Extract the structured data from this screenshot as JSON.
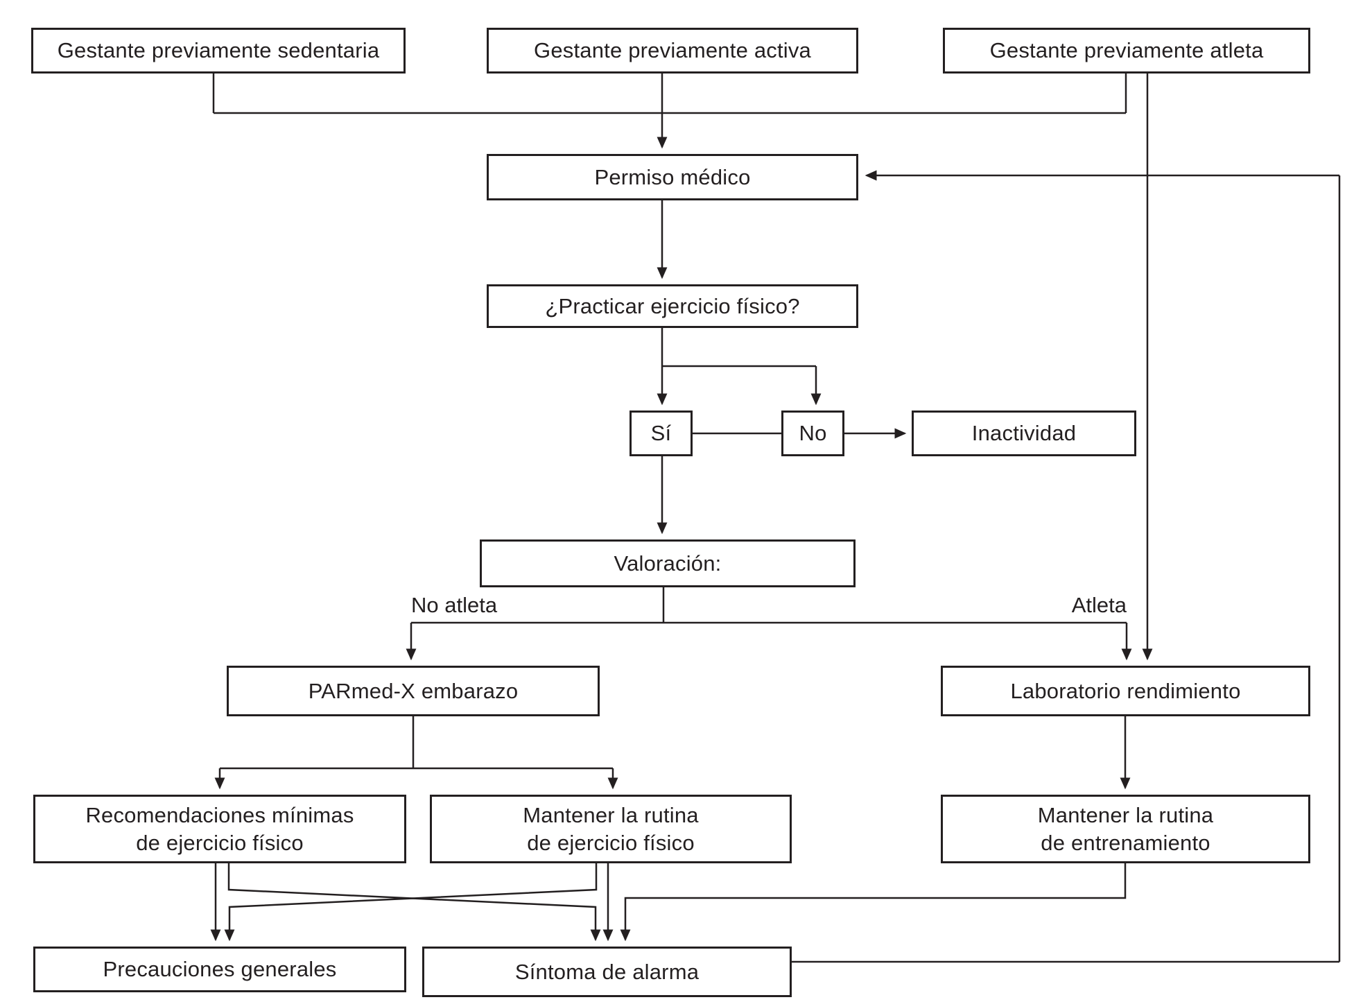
{
  "colors": {
    "ink": "#231f20",
    "background": "#ffffff"
  },
  "diagram": {
    "type": "flowchart",
    "language": "es",
    "nodes": {
      "sedentaria": {
        "label": "Gestante previamente sedentaria"
      },
      "activa": {
        "label": "Gestante previamente activa"
      },
      "atleta": {
        "label": "Gestante previamente atleta"
      },
      "permiso": {
        "label": "Permiso médico"
      },
      "practicar": {
        "label": "¿Practicar ejercicio físico?"
      },
      "si": {
        "label": "Sí"
      },
      "no": {
        "label": "No"
      },
      "inactividad": {
        "label": "Inactividad"
      },
      "valoracion": {
        "label": "Valoración:"
      },
      "parmedx": {
        "label": "PARmed-X embarazo"
      },
      "laboratorio": {
        "label": "Laboratorio rendimiento"
      },
      "recomendaciones": {
        "label": "Recomendaciones mínimas\nde ejercicio físico"
      },
      "rutina_ejercicio": {
        "label": "Mantener la rutina\nde ejercicio físico"
      },
      "rutina_entrenamiento": {
        "label": "Mantener la rutina\nde entrenamiento"
      },
      "precauciones": {
        "label": "Precauciones generales"
      },
      "sintoma": {
        "label": "Síntoma de alarma"
      }
    },
    "edge_labels": {
      "no_atleta": "No atleta",
      "atleta": "Atleta"
    }
  }
}
